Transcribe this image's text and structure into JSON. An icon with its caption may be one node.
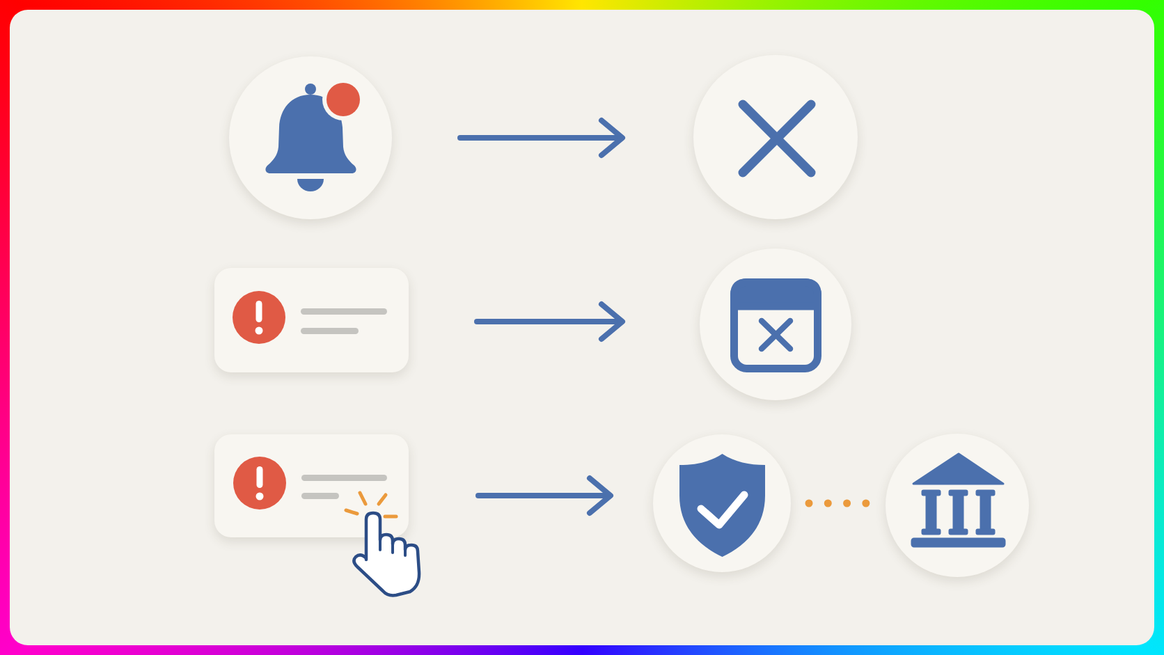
{
  "diagram": {
    "nodes": [
      {
        "text": [],
        "shape": "circle"
      },
      {
        "text": [],
        "shape": "circle"
      },
      {
        "text": [],
        "shape": "box"
      },
      {
        "text": [],
        "shape": "circle"
      },
      {
        "text": [],
        "shape": "box"
      },
      {
        "text": [],
        "shape": "circle"
      },
      {
        "text": [],
        "shape": "circle"
      }
    ],
    "edges": [
      {
        "from": 0,
        "to": 1,
        "arrow": "to"
      },
      {
        "from": 2,
        "to": 3,
        "arrow": "to"
      },
      {
        "from": 4,
        "to": 5,
        "arrow": "to"
      },
      {
        "from": 5,
        "to": 6,
        "arrow": "none",
        "style": "dashed",
        "color": "#eb9a3c"
      }
    ]
  }
}
